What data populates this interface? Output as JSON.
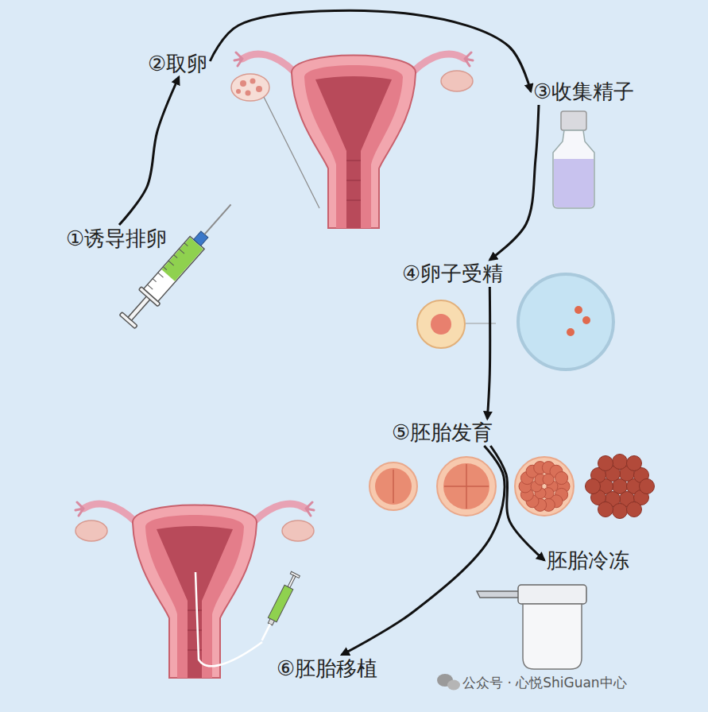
{
  "diagram": {
    "nodes": [
      {
        "text": [
          "①诱导排卵"
        ]
      },
      {
        "text": [
          "②取卵"
        ]
      },
      {
        "text": [
          "③收集精子"
        ]
      },
      {
        "text": [
          "④卵子受精"
        ]
      },
      {
        "text": [
          "⑤胚胎发育"
        ]
      },
      {
        "text": [
          "胚胎冷冻"
        ]
      },
      {
        "text": [
          "⑥胚胎移植"
        ]
      }
    ],
    "edges": [
      {
        "from": 0,
        "to": 1,
        "arrow": "to"
      },
      {
        "from": 1,
        "to": 2,
        "arrow": "to"
      },
      {
        "from": 2,
        "to": 3,
        "arrow": "to"
      },
      {
        "from": 3,
        "to": 4,
        "arrow": "to"
      },
      {
        "from": 4,
        "to": 5,
        "arrow": "to"
      },
      {
        "from": 4,
        "to": 6,
        "arrow": "to"
      }
    ],
    "labels": [
      "公众号 · 心悦ShiGuan中心"
    ]
  }
}
